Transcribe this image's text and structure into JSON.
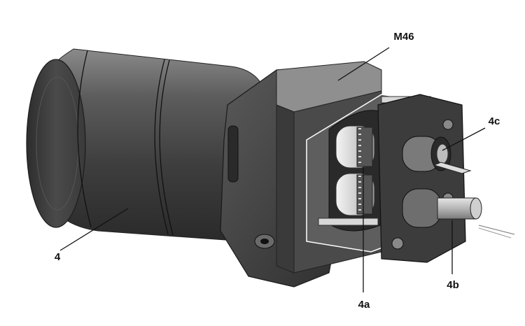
{
  "figure": {
    "labels": {
      "motor": "4",
      "housing": "M46",
      "gear_pair": "4a",
      "output_shaft": "4b",
      "upper_shaft": "4c"
    }
  }
}
